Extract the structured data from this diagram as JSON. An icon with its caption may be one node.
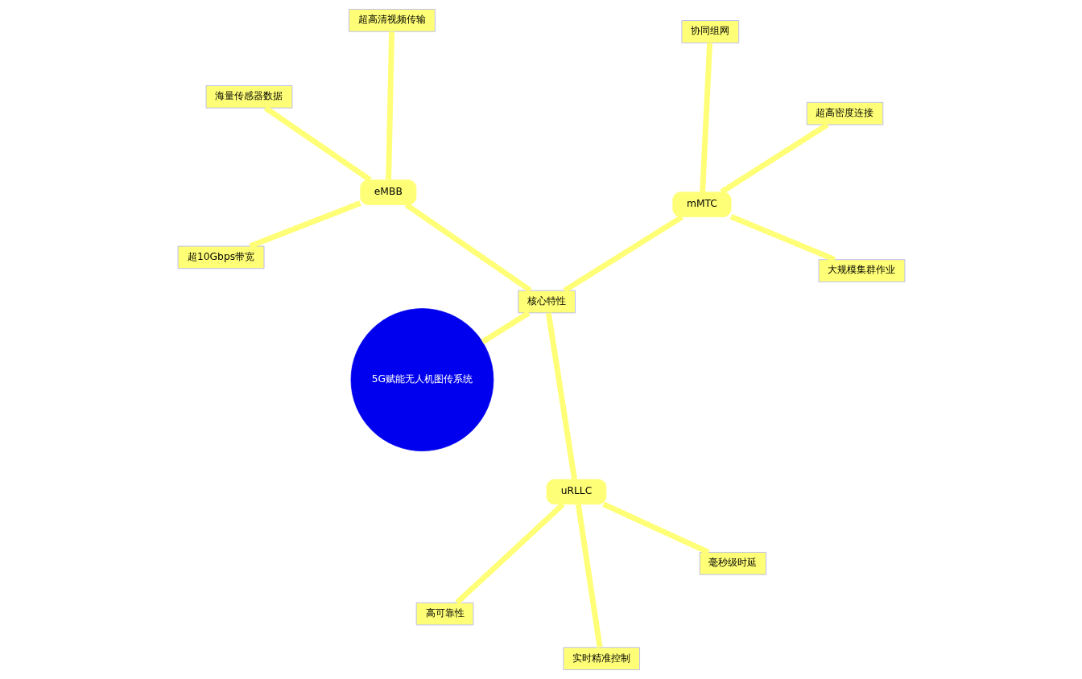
{
  "diagram": {
    "nodes": [
      {
        "text": [
          "5G赋能无人机图传系统"
        ]
      },
      {
        "text": [
          "核心特性"
        ]
      },
      {
        "text": [
          "eMBB"
        ]
      },
      {
        "text": [
          "海量传感器数据"
        ]
      },
      {
        "text": [
          "超高清视频传输"
        ]
      },
      {
        "text": [
          "超10Gbps带宽"
        ]
      },
      {
        "text": [
          "uRLLC"
        ]
      },
      {
        "text": [
          "毫秒级时延"
        ]
      },
      {
        "text": [
          "实时精准控制"
        ]
      },
      {
        "text": [
          "高可靠性"
        ]
      },
      {
        "text": [
          "mMTC"
        ]
      },
      {
        "text": [
          "协同组网"
        ]
      },
      {
        "text": [
          "大规模集群作业"
        ]
      },
      {
        "text": [
          "超高密度连接"
        ]
      }
    ],
    "edges": [
      {
        "from": 0,
        "to": 1,
        "arrow": "none"
      },
      {
        "from": 1,
        "to": 2,
        "arrow": "none"
      },
      {
        "from": 2,
        "to": 3,
        "arrow": "none"
      },
      {
        "from": 2,
        "to": 4,
        "arrow": "none"
      },
      {
        "from": 2,
        "to": 5,
        "arrow": "none"
      },
      {
        "from": 1,
        "to": 6,
        "arrow": "none"
      },
      {
        "from": 6,
        "to": 7,
        "arrow": "none"
      },
      {
        "from": 6,
        "to": 8,
        "arrow": "none"
      },
      {
        "from": 6,
        "to": 9,
        "arrow": "none"
      },
      {
        "from": 1,
        "to": 10,
        "arrow": "none"
      },
      {
        "from": 10,
        "to": 11,
        "arrow": "none"
      },
      {
        "from": 10,
        "to": 12,
        "arrow": "none"
      },
      {
        "from": 10,
        "to": 13,
        "arrow": "none"
      }
    ]
  }
}
